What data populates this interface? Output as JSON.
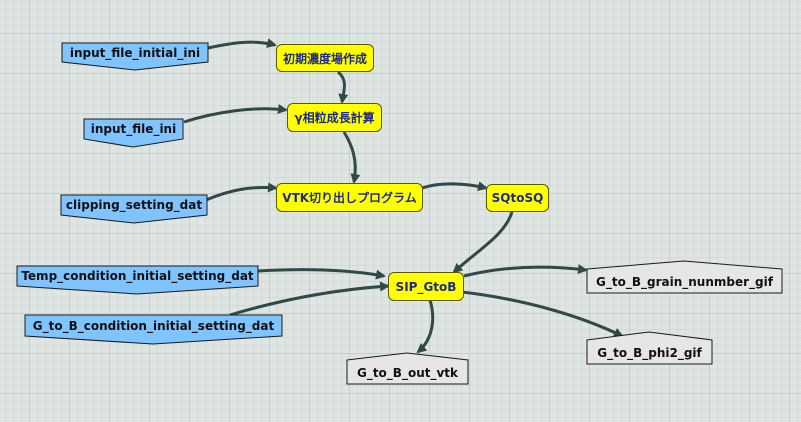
{
  "colors": {
    "input_fill": "#80c4ff",
    "input_stroke": "#1a1a1a",
    "process_fill": "#ffff00",
    "process_text": "#1e2a8c",
    "output_fill": "#e6e6e6",
    "edge": "#2f4a47"
  },
  "diagram": {
    "inputs": [
      {
        "id": "in1",
        "label": "input_file_initial_ini"
      },
      {
        "id": "in2",
        "label": "input_file_ini"
      },
      {
        "id": "in3",
        "label": "clipping_setting_dat"
      },
      {
        "id": "in4",
        "label": "Temp_condition_initial_setting_dat"
      },
      {
        "id": "in5",
        "label": "G_to_B_condition_initial_setting_dat"
      }
    ],
    "processes": [
      {
        "id": "p1",
        "label": "初期濃度場作成"
      },
      {
        "id": "p2",
        "label": "γ相粒成長計算"
      },
      {
        "id": "p3",
        "label": "VTK切り出しプログラム"
      },
      {
        "id": "p4",
        "label": "SQtoSQ"
      },
      {
        "id": "p5",
        "label": "SIP_GtoB"
      }
    ],
    "outputs": [
      {
        "id": "out1",
        "label": "G_to_B_grain_nunmber_gif"
      },
      {
        "id": "out2",
        "label": "G_to_B_phi2_gif"
      },
      {
        "id": "out3",
        "label": "G_to_B_out_vtk"
      }
    ],
    "edges": [
      {
        "from": "in1",
        "to": "p1"
      },
      {
        "from": "p1",
        "to": "p2"
      },
      {
        "from": "in2",
        "to": "p2"
      },
      {
        "from": "p2",
        "to": "p3"
      },
      {
        "from": "in3",
        "to": "p3"
      },
      {
        "from": "p3",
        "to": "p4"
      },
      {
        "from": "p4",
        "to": "p5"
      },
      {
        "from": "in4",
        "to": "p5"
      },
      {
        "from": "in5",
        "to": "p5"
      },
      {
        "from": "p5",
        "to": "out1"
      },
      {
        "from": "p5",
        "to": "out2"
      },
      {
        "from": "p5",
        "to": "out3"
      }
    ]
  }
}
